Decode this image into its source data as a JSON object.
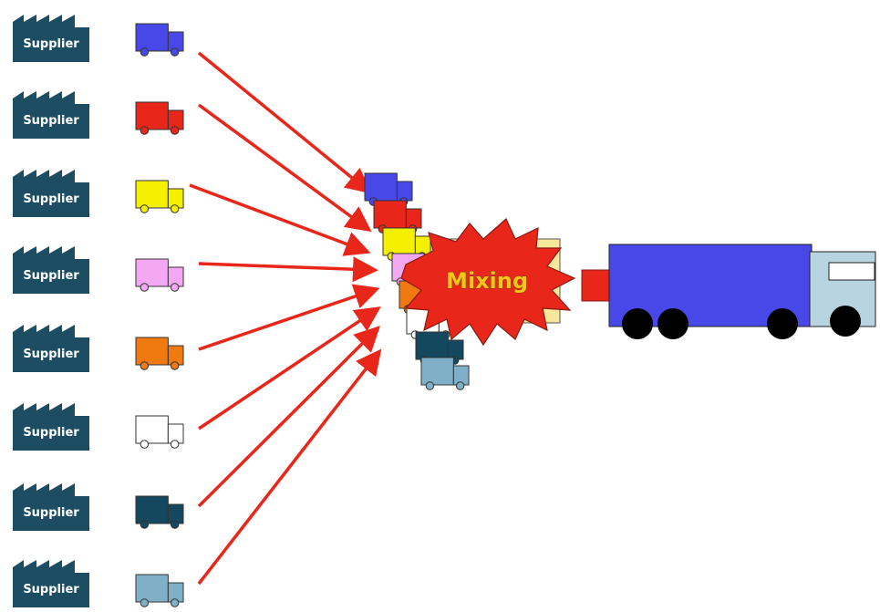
{
  "suppliers": [
    {
      "label": "Supplier",
      "truck_color": "#4848e8"
    },
    {
      "label": "Supplier",
      "truck_color": "#e8261a"
    },
    {
      "label": "Supplier",
      "truck_color": "#f4f000"
    },
    {
      "label": "Supplier",
      "truck_color": "#f4a8f4"
    },
    {
      "label": "Supplier",
      "truck_color": "#f07a10"
    },
    {
      "label": "Supplier",
      "truck_color": "#ffffff"
    },
    {
      "label": "Supplier",
      "truck_color": "#13485e"
    },
    {
      "label": "Supplier",
      "truck_color": "#7fb0c8"
    }
  ],
  "mixing": {
    "label": "Mixing",
    "burst_color": "#e8261a"
  },
  "colors": {
    "factory": "#1c4d63",
    "arrow": "#e8261a",
    "big_truck_cargo": "#4848e8",
    "big_truck_cab": "#b8d4e0",
    "mixing_box": "#f7e79a",
    "output_arrow": "#e8261a"
  }
}
